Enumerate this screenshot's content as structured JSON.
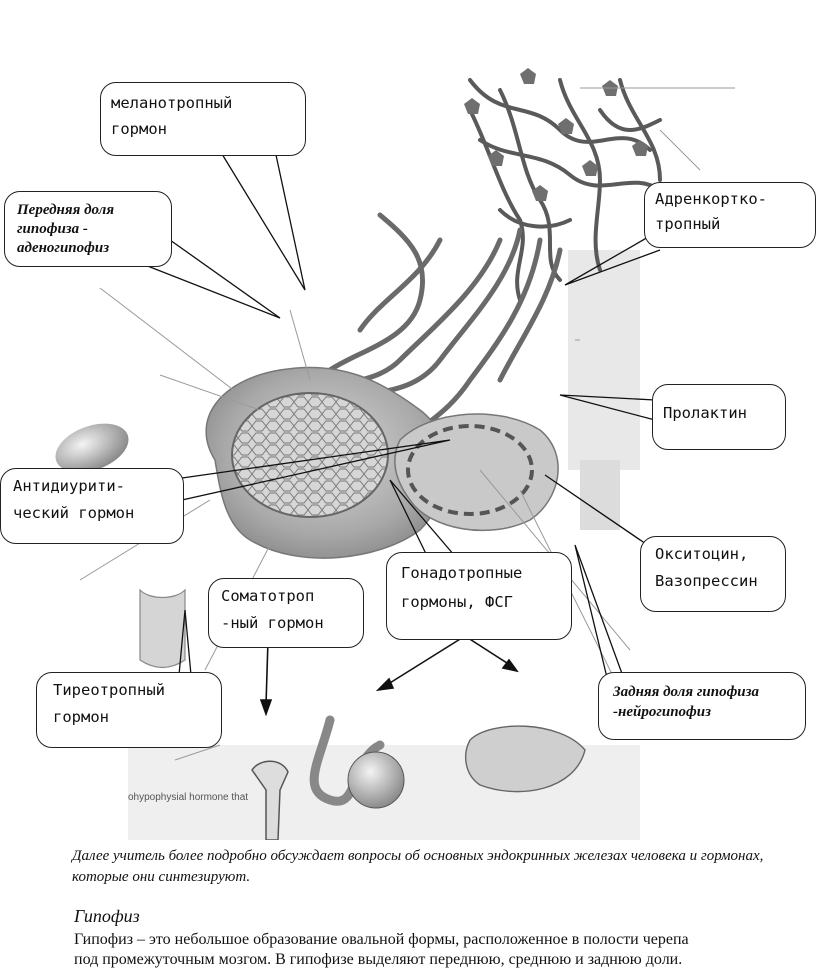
{
  "labels": {
    "melanotropic": [
      "меланотропный",
      "гормон"
    ],
    "anterior_lobe": [
      "Передняя доля",
      "гипофиза  -",
      "аденогипофиз"
    ],
    "adrenocorticotropic": [
      "Адренкортко-",
      "тропный"
    ],
    "prolactin": [
      "Пролактин"
    ],
    "antidiuretic": [
      "Антидиурити-",
      "ческий гормон"
    ],
    "somatotropic": [
      "Соматотроп",
      "-ный гормон"
    ],
    "gonadotropic": [
      "Гонадотропные",
      "гормоны, ФСГ"
    ],
    "oxytocin": [
      "Окситоцин,",
      "Вазопрессин"
    ],
    "thyrotropic": [
      "Тиреотропный",
      "гормон"
    ],
    "posterior_lobe": [
      "Задняя доля гипофиза",
      "-нейрогипофиз"
    ]
  },
  "strip_text": "ohypophysial hormone that",
  "caption": "Далее учитель более подробно обсуждает вопросы об основных эндокринных железах человека и гормонах, которые они синтезируют.",
  "section": {
    "title": "Гипофиз",
    "body": [
      "Гипофиз – это небольшое образование овальной формы, расположенное в полости черепа",
      "под промежуточным мозгом. В гипофизе выделяют переднюю, среднюю и заднюю доли."
    ]
  }
}
